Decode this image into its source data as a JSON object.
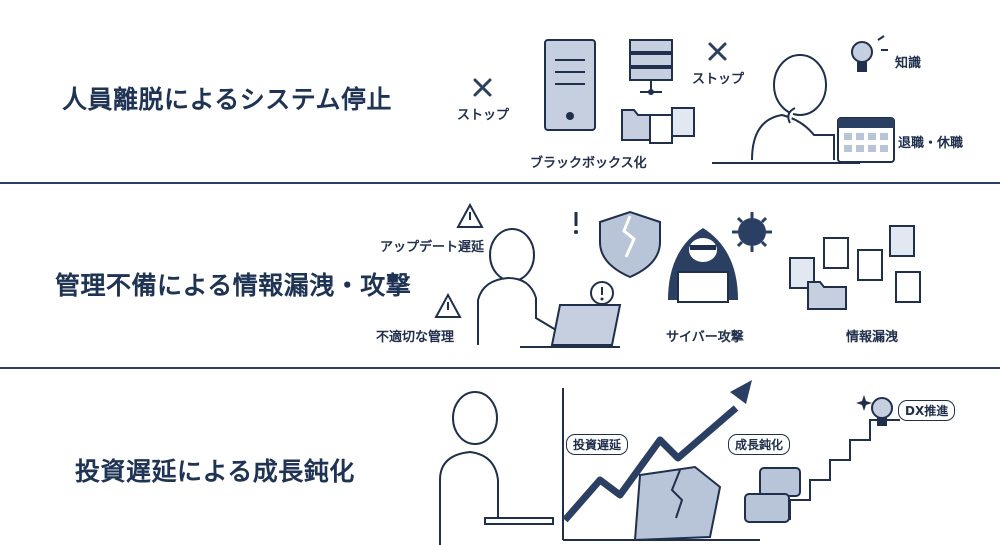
{
  "rows": [
    {
      "title": "人員離脱によるシステム停止",
      "labels": {
        "stop_left": "ストップ",
        "stop_right": "ストップ",
        "blackbox": "ブラックボックス化",
        "knowledge": "知識",
        "retire": "退職・休職"
      }
    },
    {
      "title": "管理不備による情報漏洩・攻撃",
      "labels": {
        "update_delay": "アップデート遅延",
        "improper_mgmt": "不適切な管理",
        "cyber_attack": "サイバー攻撃",
        "info_leak": "情報漏洩"
      }
    },
    {
      "title": "投資遅延による成長鈍化",
      "labels": {
        "invest_delay": "投資遅延",
        "growth_slow": "成長鈍化",
        "dx": "DX推進"
      }
    }
  ],
  "colors": {
    "ink": "#1f2f4c",
    "fill": "#b8c4d8",
    "fill_dark": "#2b3f63",
    "divider": "#2b3f63"
  }
}
